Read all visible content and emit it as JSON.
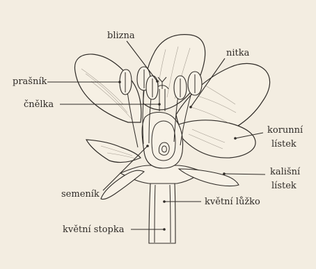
{
  "labels": {
    "blizna": "blizna",
    "nitka": "nitka",
    "prasnik": "prašník",
    "cnelka": "čnělka",
    "korunni_1": "korunní",
    "korunni_2": "lístek",
    "kalisni_1": "kališní",
    "kalisni_2": "lístek",
    "semenik": "semeník",
    "kvetni_luzko": "květní lůžko",
    "kvetni_stopka": "květní stopka"
  }
}
